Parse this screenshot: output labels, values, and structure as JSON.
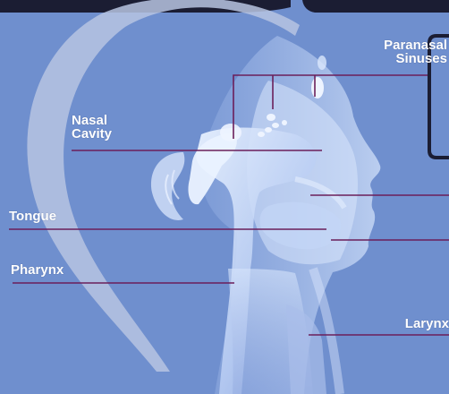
{
  "labels": {
    "paranasal": {
      "line1": "Paranasal",
      "line2": "Sinuses"
    },
    "nasal": {
      "line1": "Nasal",
      "line2": "Cavity"
    },
    "tongue": "Tongue",
    "pharynx": "Pharynx",
    "larynx": "Larynx"
  },
  "colors": {
    "background": "#6f8fce",
    "leader_line": "#6b1f5a",
    "label_text": "#ffffff",
    "skull_outline": "#b7c4e2"
  }
}
